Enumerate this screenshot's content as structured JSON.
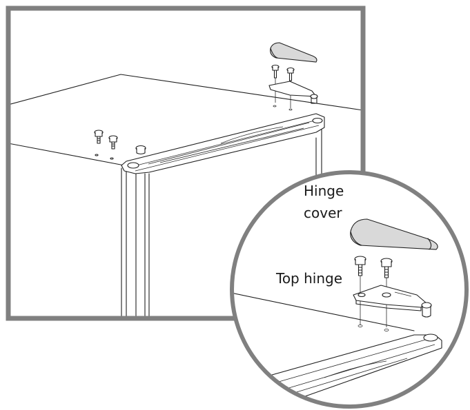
{
  "labels": {
    "hinge_cover_line1": "Hinge",
    "hinge_cover_line2": "cover",
    "top_hinge": "Top hinge"
  },
  "colors": {
    "frame": "#808080",
    "line": "#1e1e1e",
    "part_shade": "#d9d9d9"
  }
}
